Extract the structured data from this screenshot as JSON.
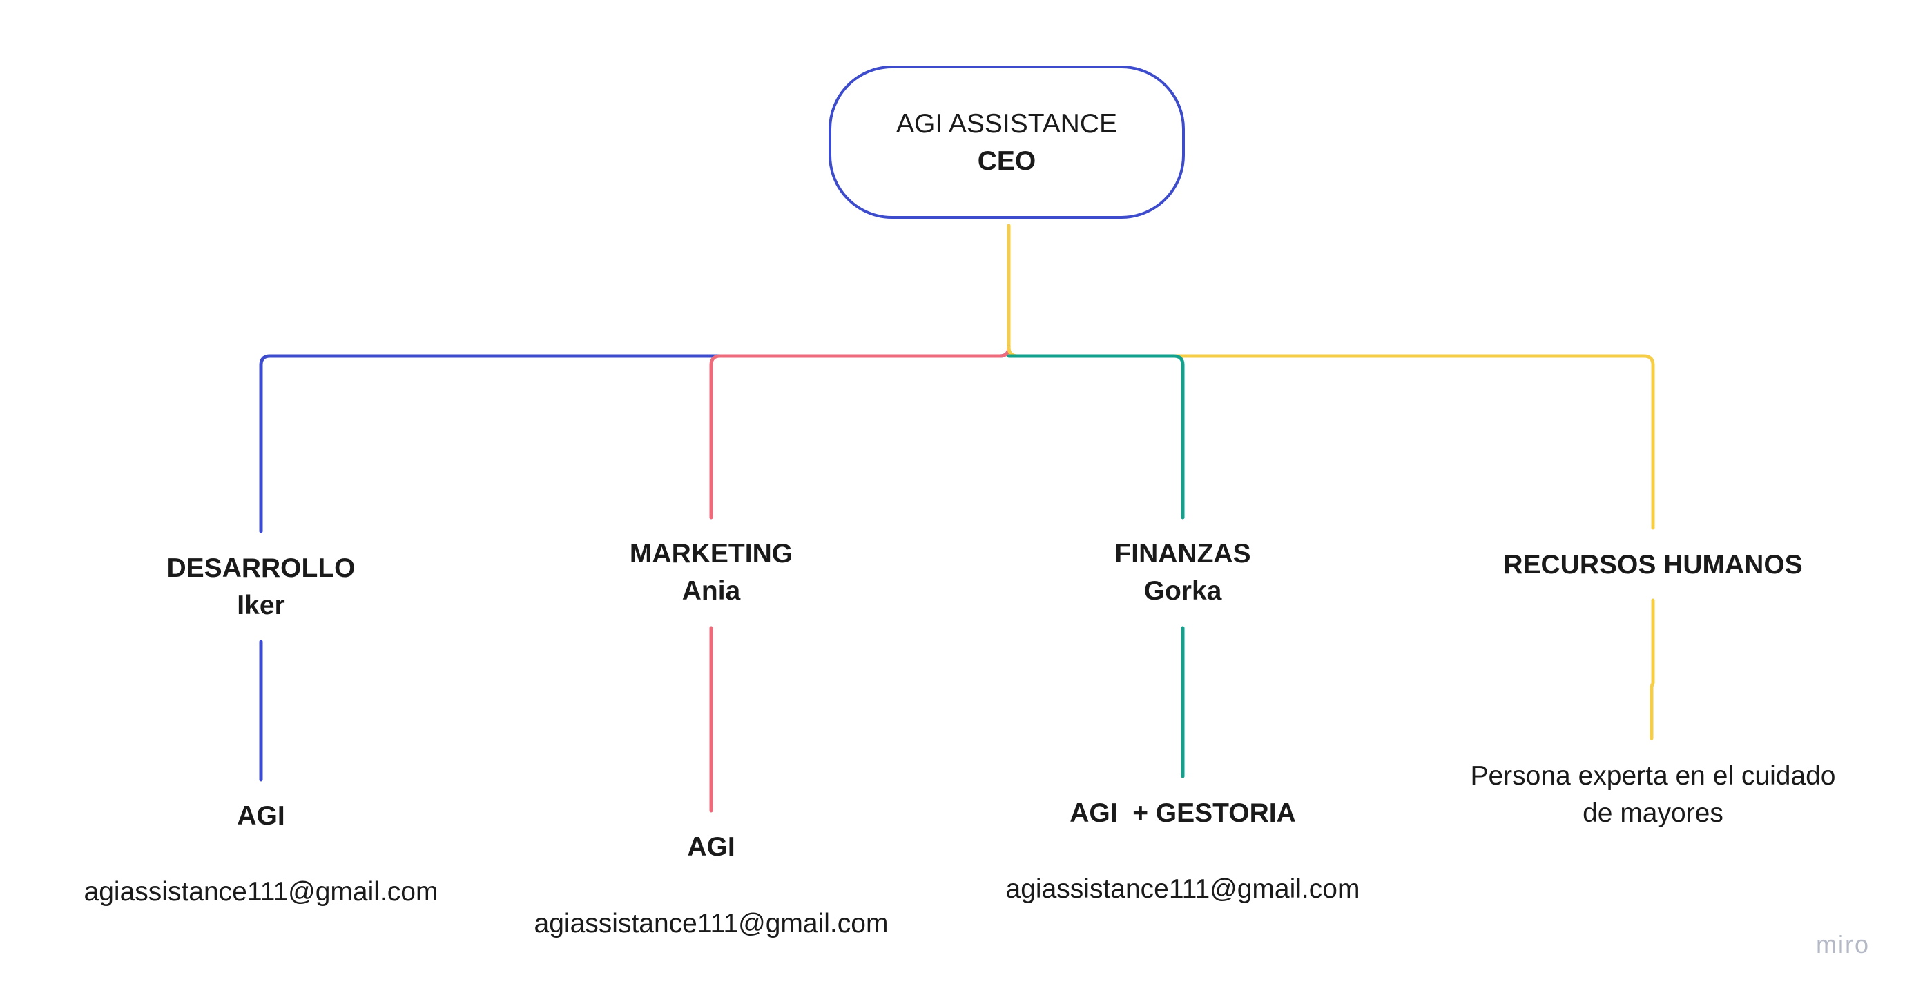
{
  "root": {
    "title": "AGI ASSISTANCE",
    "role": "CEO"
  },
  "departments": [
    {
      "name": "DESARROLLO",
      "person": "Iker",
      "member": "AGI",
      "email": "agiassistance111@gmail.com",
      "color": "#3d4ccc"
    },
    {
      "name": "MARKETING",
      "person": "Ania",
      "member": "AGI",
      "email": "agiassistance111@gmail.com",
      "color": "#ee6b7c"
    },
    {
      "name": "FINANZAS",
      "person": "Gorka",
      "member": "AGI  + GESTORIA",
      "email": "agiassistance111@gmail.com",
      "color": "#12a18d"
    },
    {
      "name": "RECURSOS HUMANOS",
      "person": "",
      "member": "Persona experta en el cuidado",
      "member_line2": "de mayores",
      "color": "#f5cd47"
    }
  ],
  "trunk_color": "#f5cd47",
  "watermark": "miro"
}
